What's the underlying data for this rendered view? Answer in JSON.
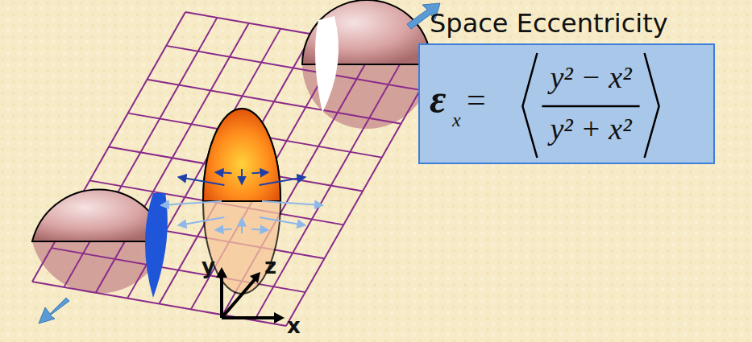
{
  "diagram": {
    "nodes": [
      {
        "text": [
          "Space Eccentricity",
          "ε",
          "x",
          "=",
          "y² − x²",
          "y² + x²"
        ]
      }
    ],
    "labels": [
      "y",
      "z",
      "x"
    ]
  }
}
